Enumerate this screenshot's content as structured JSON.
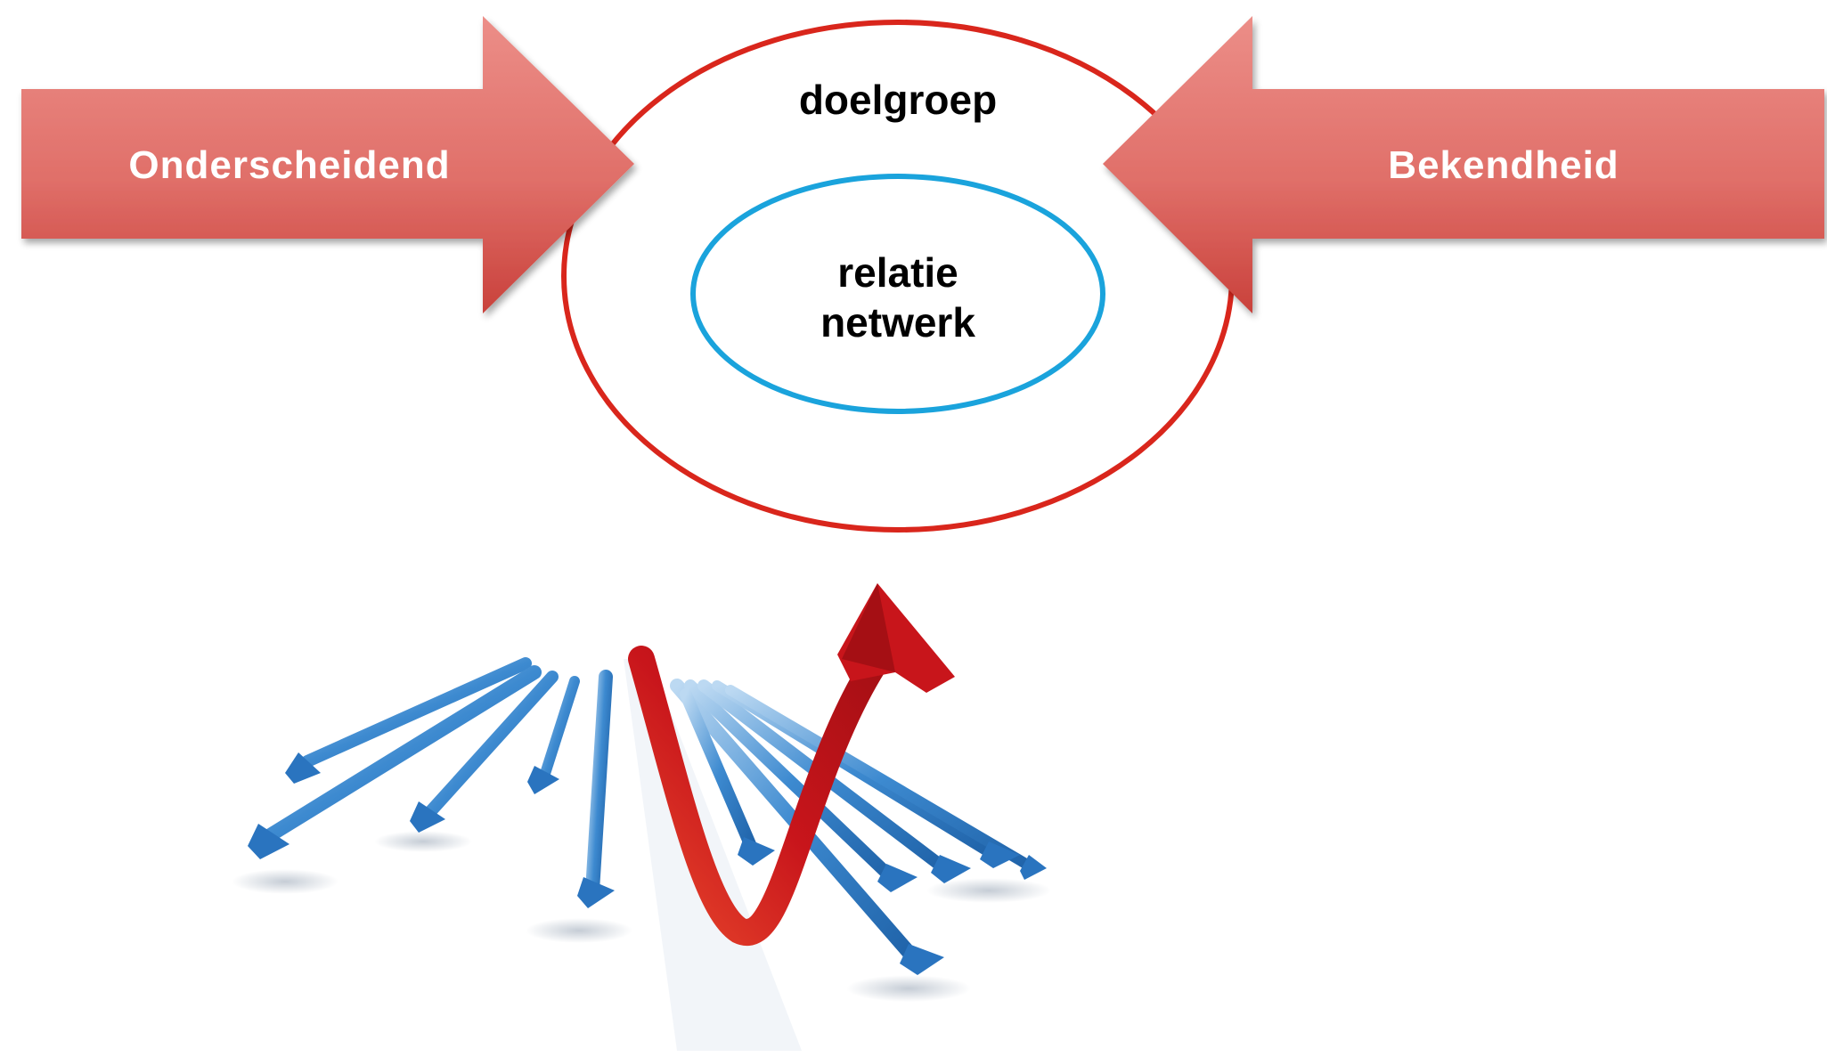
{
  "diagram": {
    "left_arrow": {
      "label": "Onderscheidend"
    },
    "right_arrow": {
      "label": "Bekendheid"
    },
    "outer_circle": {
      "label": "doelgroep"
    },
    "inner_circle": {
      "label_line1": "relatie",
      "label_line2": "netwerk"
    },
    "illustration": {
      "name": "arrows-going-up-against-trend-icon"
    }
  },
  "colors": {
    "arrow_fill_light": "#ec8e88",
    "arrow_fill_dark": "#c9413b",
    "arrow_text": "#ffffff",
    "outer_circle_stroke": "#d9261c",
    "inner_circle_stroke": "#1aa3dc",
    "label_text": "#000000",
    "blue_arrow": "#2f7ec6",
    "red_arrow": "#c8151b"
  }
}
